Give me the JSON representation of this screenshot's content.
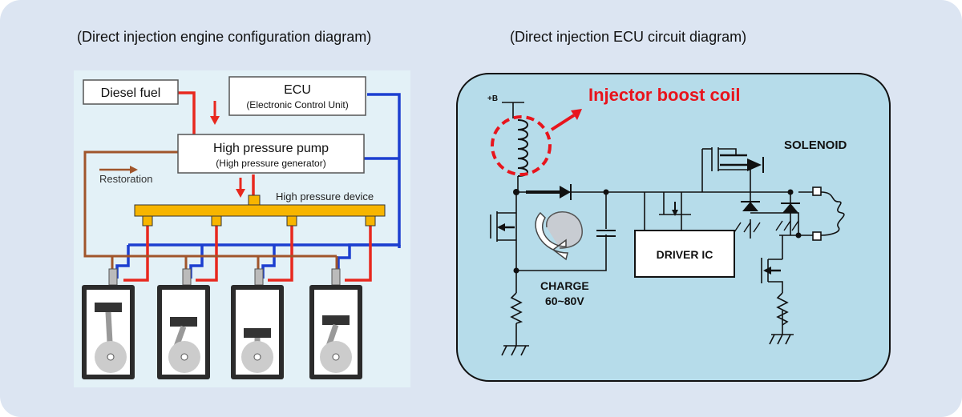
{
  "left": {
    "caption": "(Direct injection engine configuration diagram)",
    "diesel_fuel": "Diesel fuel",
    "ecu_title": "ECU",
    "ecu_subtitle": "(Electronic Control Unit)",
    "pump_title": "High pressure pump",
    "pump_subtitle": "(High pressure generator)",
    "restoration": "Restoration",
    "high_pressure_device": "High pressure device",
    "colors": {
      "fuel_line": "#e8281e",
      "signal_line": "#1c3fd0",
      "return_line": "#a0552b",
      "rail": "#f7b500",
      "background": "#e3f1f7"
    }
  },
  "right": {
    "caption": "(Direct injection ECU circuit diagram)",
    "plus_b": "+B",
    "boost_coil": "Injector boost coil",
    "solenoid": "SOLENOID",
    "driver_ic": "DRIVER IC",
    "charge": "CHARGE",
    "voltage": "60~80V",
    "colors": {
      "panel": "#b6dcea",
      "highlight": "#e8141c",
      "wire": "#111111"
    }
  }
}
